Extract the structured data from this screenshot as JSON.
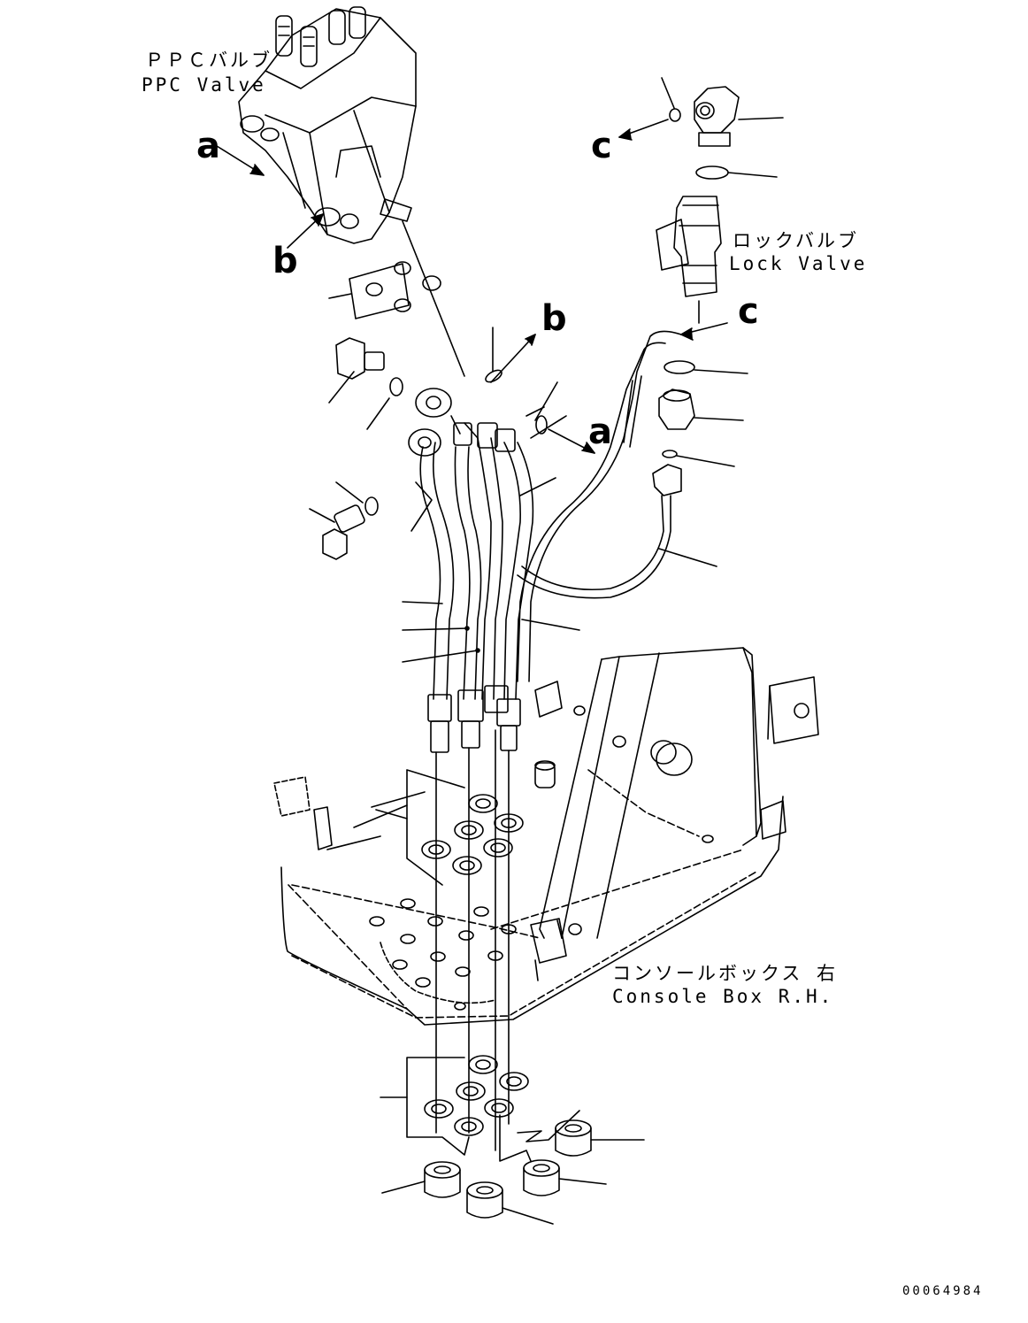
{
  "labels": {
    "ppc_valve_jp": "ＰＰＣバルブ",
    "ppc_valve_en": "PPC Valve",
    "lock_valve_jp": "ロックバルブ",
    "lock_valve_en": "Lock Valve",
    "console_box_jp": "コンソールボックス 右",
    "console_box_en": "Console Box R.H."
  },
  "reference_marks": [
    "a",
    "b",
    "c",
    "b",
    "c",
    "a"
  ],
  "drawing_number": "00064984"
}
